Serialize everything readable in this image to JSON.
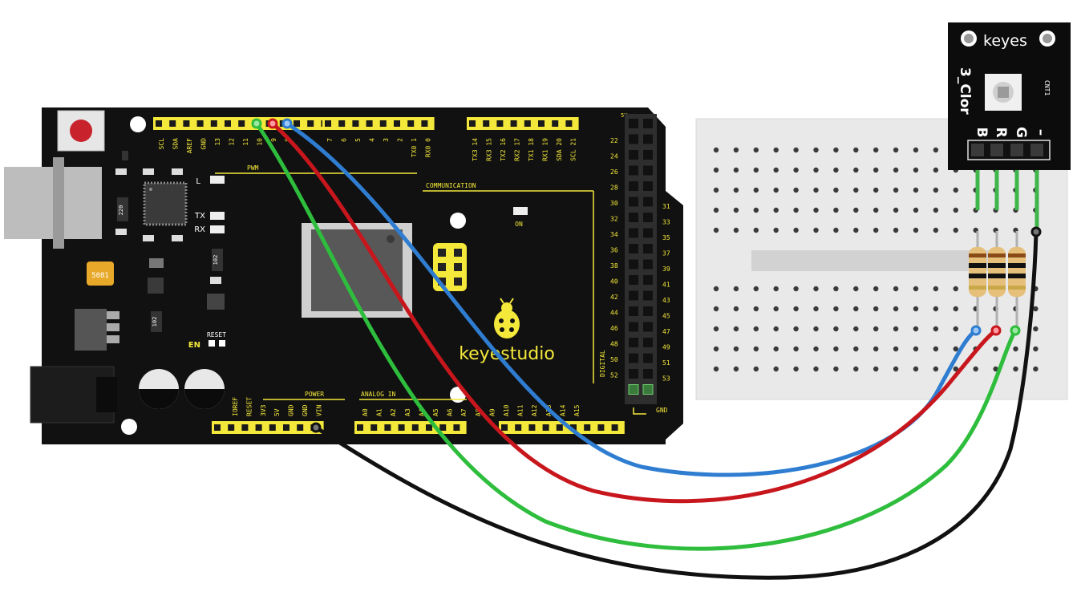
{
  "board": {
    "brand": "keyestudio",
    "silk": {
      "pwm": "PWM",
      "communication": "COMMUNICATION",
      "power": "POWER",
      "analog_in": "ANALOG IN",
      "digital": "DIGITAL",
      "on": "ON",
      "l": "L",
      "tx": "TX",
      "rx": "RX",
      "en": "EN",
      "reset": "RESET",
      "gnd_right": "GND",
      "five_v": "5V",
      "chip_220": "220",
      "chip_102a": "102",
      "chip_102b": "102",
      "crystal": "5081"
    },
    "top_left_pins": [
      "SCL",
      "SDA",
      "AREF",
      "GND",
      "13",
      "12",
      "11",
      "10",
      "9",
      "8"
    ],
    "top_mid_pins": [
      "7",
      "6",
      "5",
      "4",
      "3",
      "2",
      "TX0 1",
      "RX0 0"
    ],
    "top_right_pins": [
      "TX3 14",
      "RX3 15",
      "TX2 16",
      "RX2 17",
      "TX1 18",
      "RX1 19",
      "SDA 20",
      "SCL 21"
    ],
    "power_pins": [
      "IOREF",
      "RESET",
      "3V3",
      "5V",
      "GND",
      "GND",
      "VIN"
    ],
    "analog_pins": [
      "A0",
      "A1",
      "A2",
      "A3",
      "A4",
      "A5",
      "A6",
      "A7",
      "A8",
      "A9",
      "A10",
      "A11",
      "A12",
      "A13",
      "A14",
      "A15"
    ],
    "digital_left": [
      "22",
      "24",
      "26",
      "28",
      "30",
      "32",
      "34",
      "36",
      "38",
      "40",
      "42",
      "44",
      "46",
      "48",
      "50",
      "52"
    ],
    "digital_right": [
      "31",
      "33",
      "35",
      "37",
      "39",
      "41",
      "43",
      "45",
      "47",
      "49",
      "51",
      "53"
    ]
  },
  "module": {
    "brand": "keyes",
    "name": "3_Clor",
    "connector": "CNT1",
    "pins": [
      "B",
      "R",
      "G",
      "–"
    ]
  },
  "wires": [
    {
      "name": "blue-wire",
      "color": "#2f7dd1"
    },
    {
      "name": "red-wire",
      "color": "#c8161d"
    },
    {
      "name": "green-wire",
      "color": "#2ebd3c"
    },
    {
      "name": "black-wire",
      "color": "#111111"
    }
  ],
  "colors": {
    "board": "#111111",
    "silk": "#f4e83a",
    "breadboard": "#e8e8e8"
  }
}
